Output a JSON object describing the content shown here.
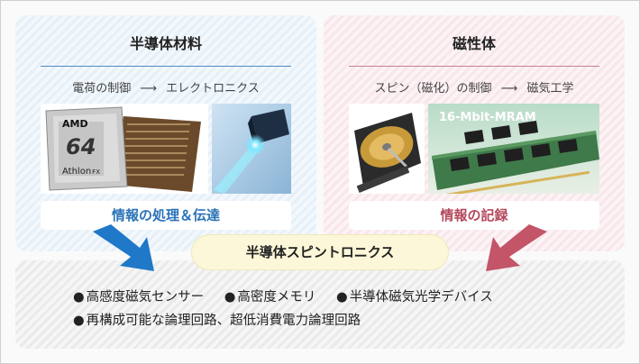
{
  "left": {
    "title": "半導体材料",
    "flow_from": "電荷の制御",
    "flow_to": "エレクトロニクス",
    "caption": "情報の処理＆伝達",
    "cpu_brand": "AMD",
    "cpu_number": "64",
    "cpu_name": "Athlon",
    "cpu_suffix": "FX"
  },
  "right": {
    "title": "磁性体",
    "flow_from": "スピン（磁化）の制御",
    "flow_to": "磁気工学",
    "caption": "情報の記録",
    "mram_label": "16-Mbit-MRAM"
  },
  "center": {
    "label": "半導体スピントロニクス"
  },
  "bullets": {
    "row1": [
      "高感度磁気センサー",
      "高密度メモリ",
      "半導体磁気光学デバイス"
    ],
    "row2": [
      "再構成可能な論理回路、超低消費電力論理回路"
    ],
    "marker": "●"
  },
  "flow_arrow": "⟶",
  "colors": {
    "blue": "#2a72b8",
    "pink": "#b4485c",
    "arrow_blue": "#1f78c8",
    "arrow_pink": "#c45468"
  }
}
